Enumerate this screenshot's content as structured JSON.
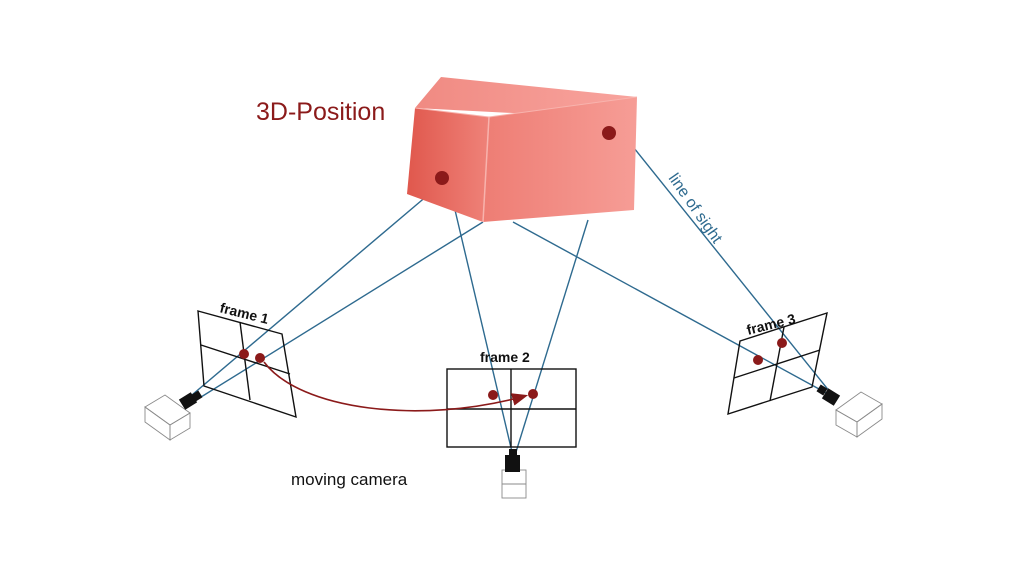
{
  "title": "3D-Position",
  "line_of_sight_label": "line of sight",
  "frames": [
    {
      "label": "frame 1"
    },
    {
      "label": "frame 2"
    },
    {
      "label": "frame 3"
    }
  ],
  "caption": "moving camera",
  "colors": {
    "cube_front": "#f2877f",
    "cube_left": "#e5675c",
    "cube_top": "#f6958f",
    "point": "#8b1a1a",
    "title": "#8b1a1a",
    "sight_line": "#2e6a8f",
    "arrow": "#8b1a1a",
    "frame_stroke": "#111111",
    "camera_body": "#111111",
    "camera_ghost": "#888888"
  }
}
